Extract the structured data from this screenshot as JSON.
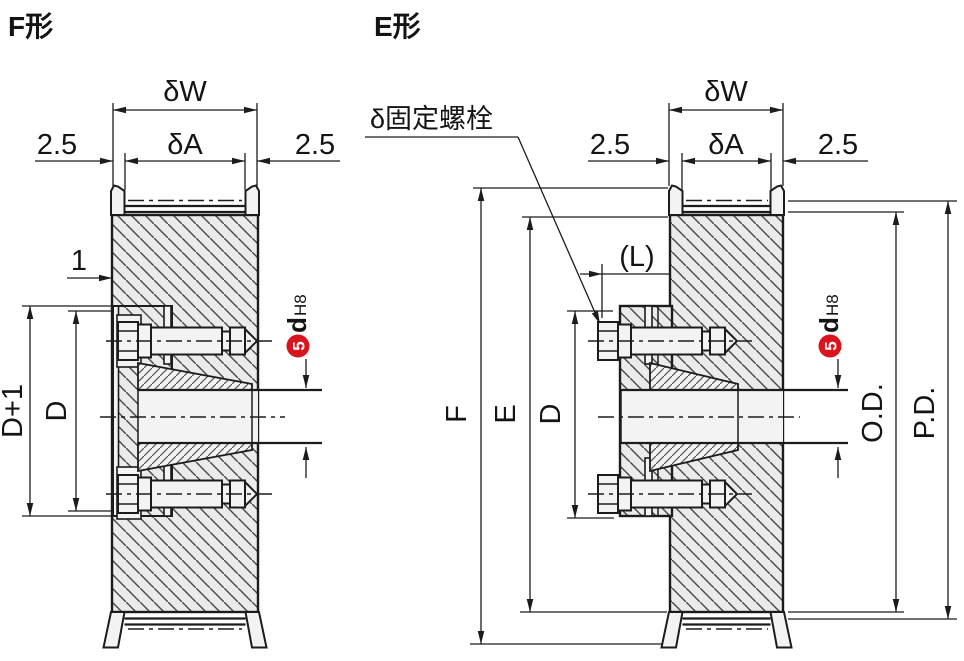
{
  "f_view": {
    "title": "F形",
    "dim_width_outer": "δW",
    "dim_width_belt": "δA",
    "dim_flange_left": "2.5",
    "dim_flange_right": "2.5",
    "dim_recess_depth": "1",
    "dim_hub_recess_dia": "D+1",
    "dim_hub_dia": "D",
    "callout": {
      "num": "5",
      "bore": "d",
      "fit": "H8"
    }
  },
  "e_view": {
    "title": "E形",
    "set_bolt_label": "δ固定螺栓",
    "dim_width_outer": "δW",
    "dim_width_belt": "δA",
    "dim_flange_left": "2.5",
    "dim_flange_right": "2.5",
    "dim_hub_length": "(L)",
    "dim_flange_dia": "F",
    "dim_body_dia": "E",
    "dim_hub_dia": "D",
    "dim_outer_dia": "O.D.",
    "dim_pitch_dia": "P.D.",
    "callout": {
      "num": "5",
      "bore": "d",
      "fit": "H8"
    }
  },
  "colors": {
    "line": "#1c1c1c",
    "body_fill": "#ebebeb",
    "part_fill": "#f3f3f3",
    "accent_red": "#d9141c"
  }
}
